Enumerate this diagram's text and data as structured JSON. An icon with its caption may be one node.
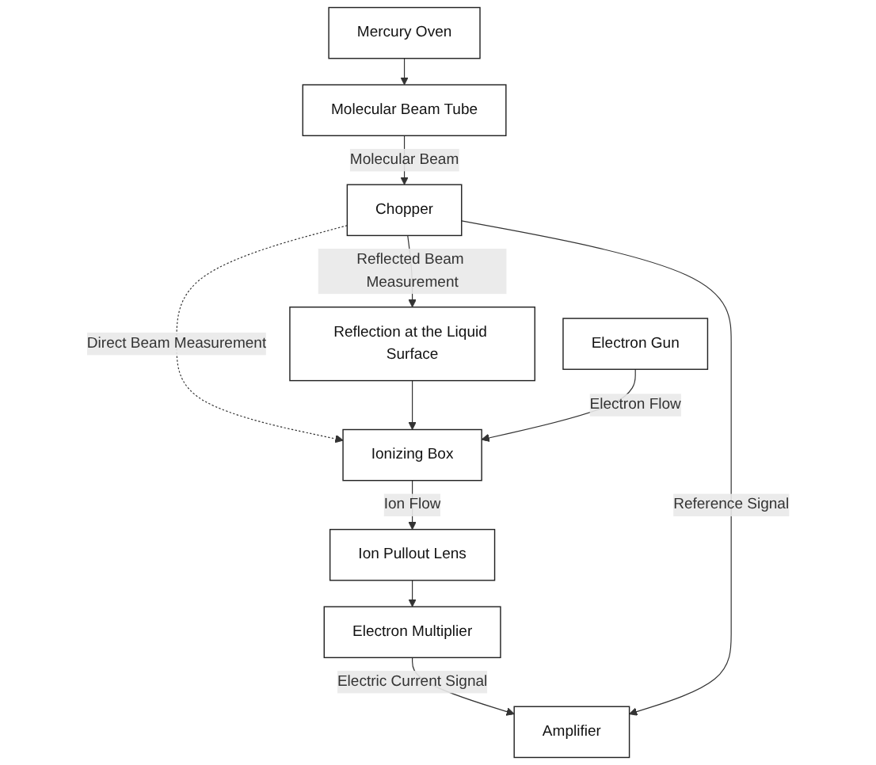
{
  "diagram": {
    "nodes": [
      {
        "text": [
          "Mercury Oven"
        ]
      },
      {
        "text": [
          "Molecular Beam Tube"
        ]
      },
      {
        "text": [
          "Chopper"
        ]
      },
      {
        "text": [
          "Reflection at the Liquid Surface"
        ]
      },
      {
        "text": [
          "Ionizing Box"
        ]
      },
      {
        "text": [
          "Electron Gun"
        ]
      },
      {
        "text": [
          "Ion Pullout Lens"
        ]
      },
      {
        "text": [
          "Electron Multiplier"
        ]
      },
      {
        "text": [
          "Amplifier"
        ]
      }
    ],
    "edges": [
      {
        "from": 0,
        "to": 1,
        "arrow": "to"
      },
      {
        "from": 1,
        "to": 2,
        "arrow": "to",
        "label": "Molecular Beam"
      },
      {
        "from": 2,
        "to": 3,
        "arrow": "to",
        "label": "Reflected Beam Measurement"
      },
      {
        "from": 2,
        "to": 4,
        "arrow": "to",
        "label": "Direct Beam Measurement",
        "style": "dashed"
      },
      {
        "from": 3,
        "to": 4,
        "arrow": "to"
      },
      {
        "from": 5,
        "to": 4,
        "arrow": "to",
        "label": "Electron Flow"
      },
      {
        "from": 4,
        "to": 6,
        "arrow": "to",
        "label": "Ion Flow"
      },
      {
        "from": 6,
        "to": 7,
        "arrow": "to"
      },
      {
        "from": 7,
        "to": 8,
        "arrow": "to",
        "label": "Electric Current Signal"
      },
      {
        "from": 2,
        "to": 8,
        "arrow": "to",
        "label": "Reference Signal"
      }
    ]
  }
}
